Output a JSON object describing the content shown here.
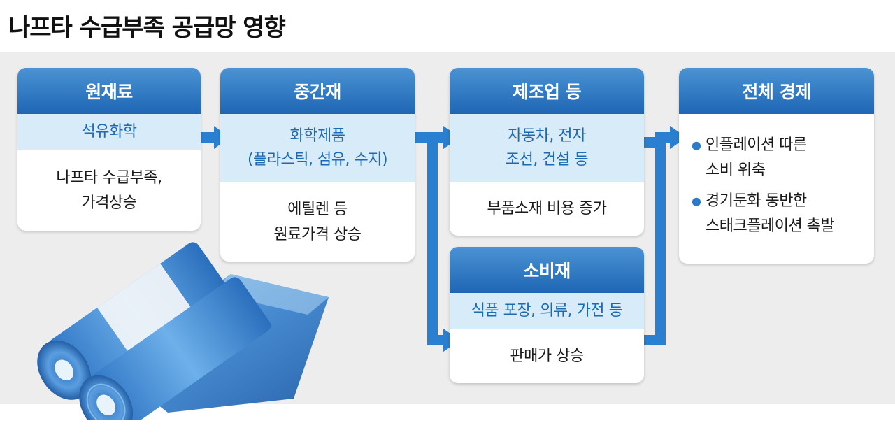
{
  "title": "나프타 수급부족 공급망 영향",
  "colors": {
    "header": "#2a73be",
    "sub_band": "#d7ecf8",
    "arrow": "#2a7fd0",
    "panel": "#ededee"
  },
  "stages": {
    "raw": {
      "header": "원재료",
      "category": "석유화학",
      "lines": [
        "나프타 수급부족,",
        "가격상승"
      ]
    },
    "intermediate": {
      "header": "중간재",
      "category_lines": [
        "화학제품",
        "(플라스틱, 섬유, 수지)"
      ],
      "lines": [
        "에틸렌 등",
        "원료가격 상승"
      ]
    },
    "manufacturing": {
      "header": "제조업 등",
      "category_lines": [
        "자동차, 전자",
        "조선, 건설 등"
      ],
      "lines": [
        "부품소재 비용 증가"
      ]
    },
    "consumer": {
      "header": "소비재",
      "category": "식품 포장, 의류, 가전 등",
      "lines": [
        "판매가 상승"
      ]
    },
    "economy": {
      "header": "전체 경제",
      "bullets": [
        [
          "인플레이션 따른",
          "소비 위축"
        ],
        [
          "경기둔화 동반한",
          "스태크플레이션 촉발"
        ]
      ]
    }
  },
  "icons": {
    "bullet": "bullet-dot-icon",
    "illustration": "plastic-bag-roll-icon"
  }
}
